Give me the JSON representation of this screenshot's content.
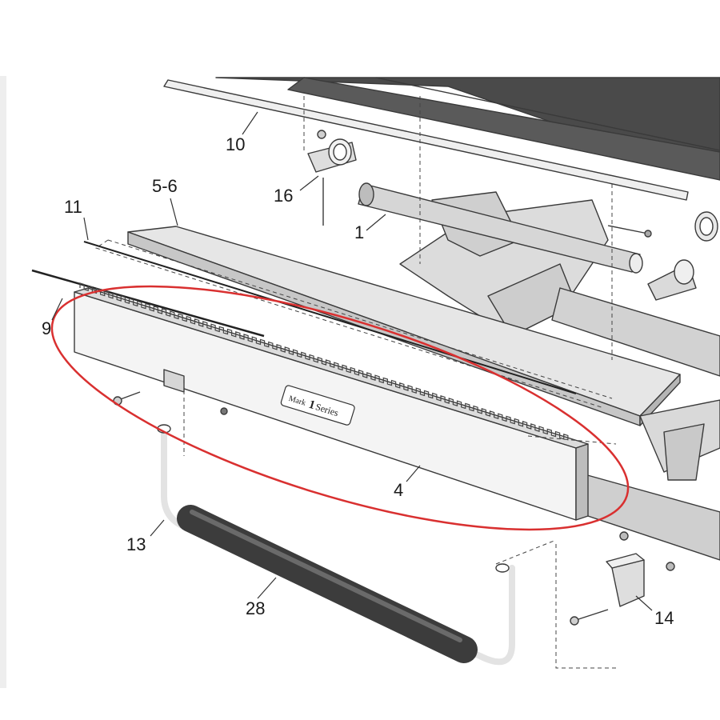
{
  "diagram": {
    "callouts": {
      "c10": "10",
      "c16": "16",
      "c5_6": "5-6",
      "c11": "11",
      "c1": "1",
      "c9": "9",
      "c4": "4",
      "c13": "13",
      "c28": "28",
      "c14": "14"
    },
    "brand_label": {
      "mark": "Mark",
      "one": "1",
      "series": "Series"
    },
    "highlight": {
      "color": "#d93030",
      "target": "4"
    },
    "colors": {
      "aluminum": "#e4e4e4",
      "aluminum_dark": "#b9b9b9",
      "dark_surface": "#4a4a4a",
      "grip": "#3c3c3c"
    }
  }
}
